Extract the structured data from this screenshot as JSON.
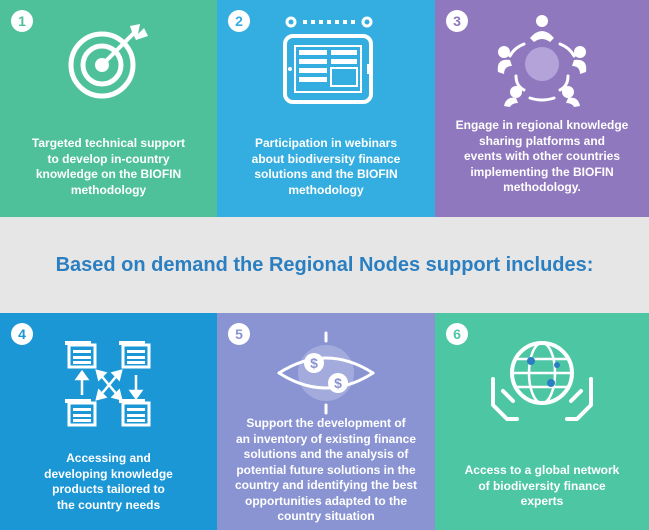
{
  "colors": {
    "tile_1": "#4fc19a",
    "tile_2": "#34aee0",
    "tile_3": "#8f78bd",
    "tile_4": "#1b97d6",
    "tile_5": "#8a94d2",
    "tile_6": "#4dc6a4",
    "band_background": "#e6e6e6",
    "band_text": "#2b7fc1"
  },
  "band": {
    "title": "Based on demand the Regional Nodes support includes:"
  },
  "tiles": [
    {
      "number": "1",
      "icon": "target-icon",
      "text": "Targeted technical support\nto develop in-country\nknowledge on the BIOFIN\nmethodology"
    },
    {
      "number": "2",
      "icon": "tablet-webinar-icon",
      "text": "Participation in webinars\nabout biodiversity finance\nsolutions and the BIOFIN\nmethodology"
    },
    {
      "number": "3",
      "icon": "people-network-icon",
      "text": "Engage in regional knowledge\nsharing platforms and\nevents with other countries\nimplementing the BIOFIN\nmethodology."
    },
    {
      "number": "4",
      "icon": "document-exchange-icon",
      "text": "Accessing and\ndeveloping knowledge\nproducts tailored to\nthe country needs"
    },
    {
      "number": "5",
      "icon": "finance-orbit-icon",
      "text": "Support the development of\nan inventory of existing finance\nsolutions and the analysis of\npotential future solutions in the\ncountry and identifying the best\nopportunities adapted to the\ncountry situation"
    },
    {
      "number": "6",
      "icon": "globe-hands-icon",
      "text": "Access to a global network\nof biodiversity finance\nexperts"
    }
  ]
}
